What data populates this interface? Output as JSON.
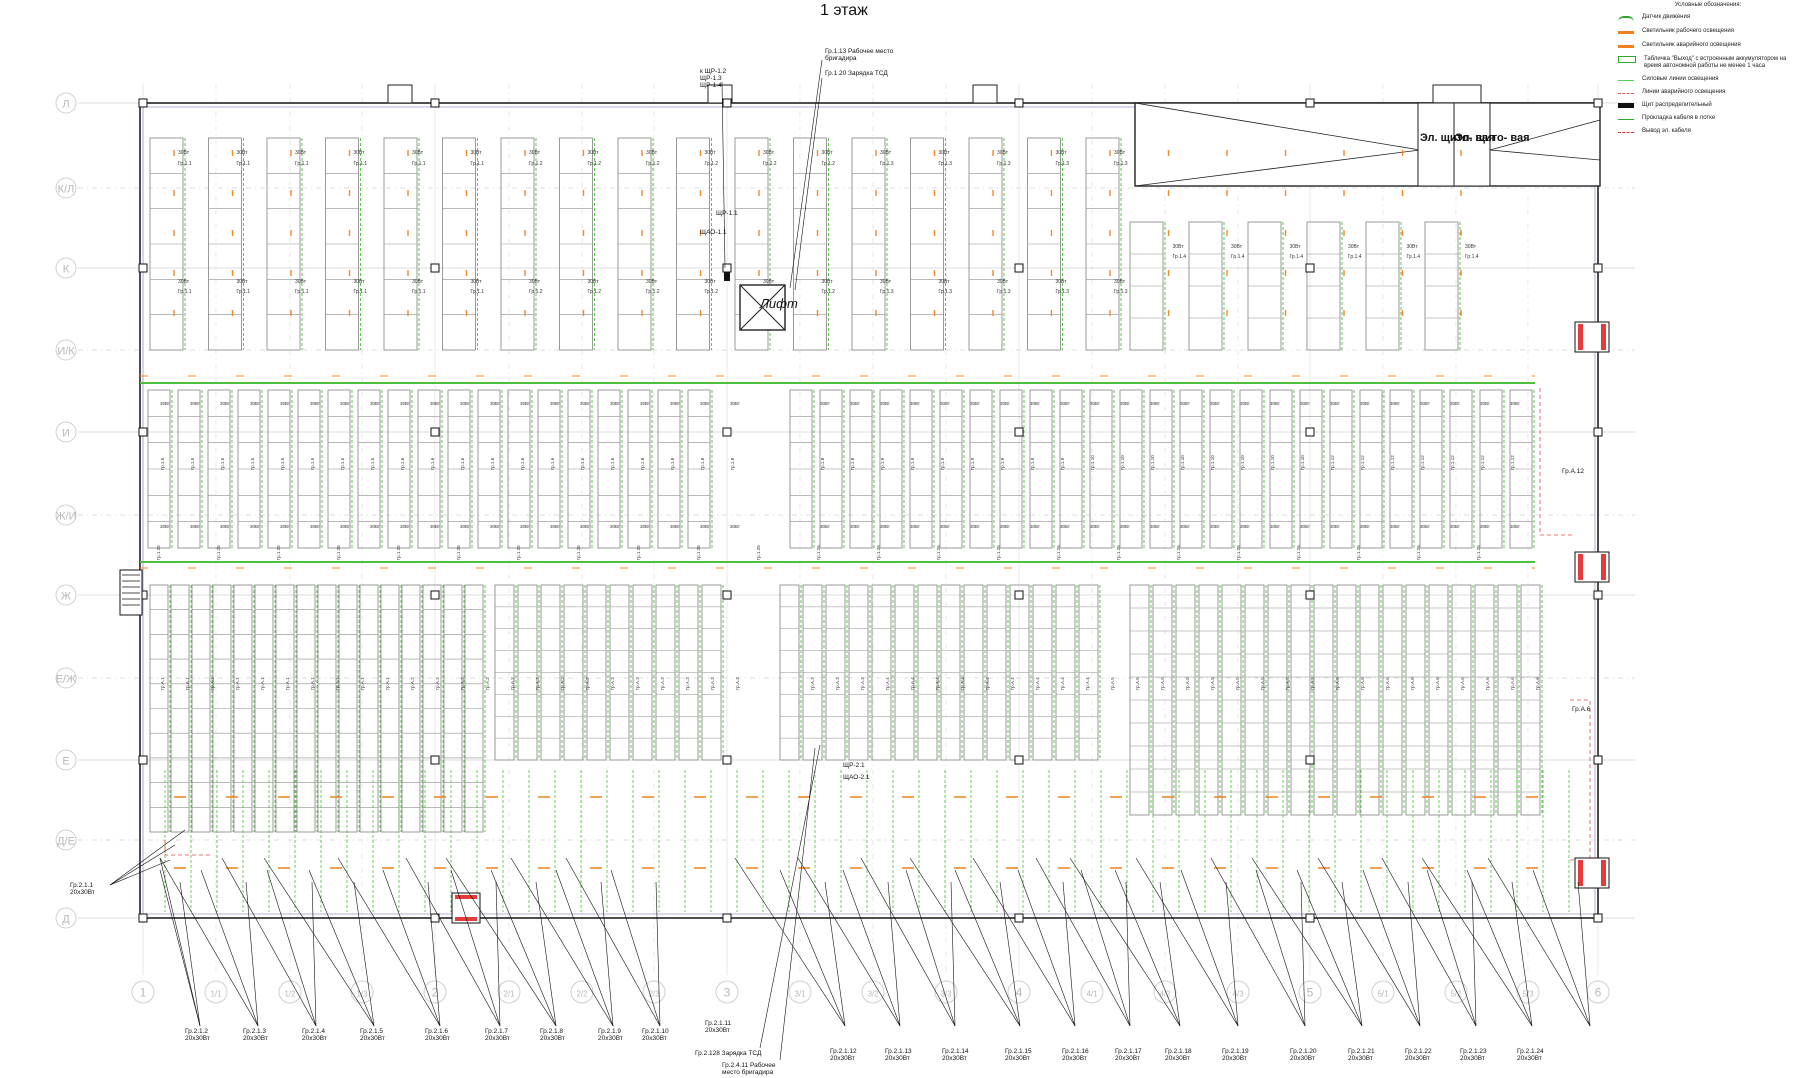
{
  "title": "1 этаж",
  "legend": {
    "heading": "Условные обозначения:",
    "items": [
      {
        "label": "Датчик движения",
        "icon": "motion-sensor-icon",
        "color": "#2fa82f"
      },
      {
        "label": "Светильник рабочего освещения",
        "icon": "work-light-icon",
        "color": "#f07f1c"
      },
      {
        "label": "Светильник аварийного освещения",
        "icon": "emergency-light-icon",
        "color": "#f07f1c"
      },
      {
        "label": "Табличка \"Выход\" с встроенным аккумулятором на время автономной работы не менее 1 часа",
        "icon": "exit-sign-icon",
        "color": "#2fa82f"
      },
      {
        "label": "Силовые линии освещения",
        "icon": "power-line-icon",
        "color": "#5ac85a"
      },
      {
        "label": "Линии аварийного освещения",
        "icon": "emergency-line-icon",
        "color": "#e05555"
      },
      {
        "label": "Щит распределительный",
        "icon": "distribution-board-icon",
        "color": "#111111"
      },
      {
        "label": "Прокладка кабеля в лотке",
        "icon": "cable-tray-icon",
        "color": "#2fa82f"
      },
      {
        "label": "Вывод эл. кабеля",
        "icon": "cable-outlet-icon",
        "color": "#e03030"
      }
    ]
  },
  "rows": [
    "Л",
    "К/Л",
    "К",
    "И/К",
    "И",
    "Ж/И",
    "Ж",
    "Е/Ж",
    "Е",
    "Д/Е",
    "Д"
  ],
  "columns": [
    "1",
    "1/1",
    "1/2",
    "1/3",
    "2",
    "2/1",
    "2/2",
    "2/3",
    "3",
    "3/1",
    "3/2",
    "3/3",
    "4",
    "4/1",
    "4/2",
    "4/3",
    "5",
    "5/1",
    "5/2",
    "5/3",
    "6"
  ],
  "top_callouts": {
    "panels": "к ЩР-1.2\nЩР-1.3\nЩР-1.4",
    "workplace": "Гр.1.13 Рабочее место\nбригадира",
    "charging": "Гр.1.20 Зарядка ТСД",
    "shr11": "ЩР-1.1",
    "shao11": "ЩАО-1.1"
  },
  "lift_label": "Лифт",
  "shield_rooms": [
    "Эл.\nщито-\nвая",
    "Эл.\nщито-\nвая"
  ],
  "mid_callouts": {
    "shr21": "ЩР-2.1",
    "shao21": "ЩАО-2.1",
    "gr_a12": "Гр.А.12",
    "gr_a6": "Гр.А.6"
  },
  "left_callout": "Гр.2.1.1\n20х30Вт",
  "bottom_groups": [
    "Гр.2.1.2\n20х30Вт",
    "Гр.2.1.3\n20х30Вт",
    "Гр.2.1.4\n20х30Вт",
    "Гр.2.1.5\n20х30Вт",
    "Гр.2.1.6\n20х30Вт",
    "Гр.2.1.7\n20х30Вт",
    "Гр.2.1.8\n20х30Вт",
    "Гр.2.1.9\n20х30Вт",
    "Гр.2.1.10\n20х30Вт",
    "Гр.2.1.11\n20х30Вт",
    "Гр.2.1.12\n20х30Вт",
    "Гр.2.1.13\n20х30Вт",
    "Гр.2.1.14\n20х30Вт",
    "Гр.2.1.15\n20х30Вт",
    "Гр.2.1.16\n20х30Вт",
    "Гр.2.1.17\n20х30Вт",
    "Гр.2.1.18\n20х30Вт",
    "Гр.2.1.19\n20х30Вт",
    "Гр.2.1.20\n20х30Вт",
    "Гр.2.1.21\n20х30Вт",
    "Гр.2.1.22\n20х30Вт",
    "Гр.2.1.23\n20х30Вт",
    "Гр.2.1.24\n20х30Вт"
  ],
  "bottom_special": {
    "charging2": "Гр.2.128 Зарядка ТСД",
    "workplace2": "Гр.2.4.11 Рабочее\nместо бригадира",
    "gr2111": "Гр.2.1.11\n20х30Вт"
  },
  "rack_labels": {
    "fixture": "30Вт",
    "groups_top": [
      "Гр.1.1",
      "Гр.1.2",
      "Гр.1.3",
      "Гр.1.4"
    ],
    "groups_mid": [
      "Гр.1.5",
      "Гр.1.6",
      "Гр.1.8",
      "Гр.1.9",
      "Гр.1.10",
      "Гр.1.12"
    ],
    "groups_low": [
      "Гр.А.1",
      "Гр.А.2",
      "Гр.А.3",
      "Гр.А.4",
      "Гр.А.5",
      "Гр.А.6"
    ],
    "corridor": [
      "Гр.1.25",
      "Гр.1.26"
    ]
  }
}
